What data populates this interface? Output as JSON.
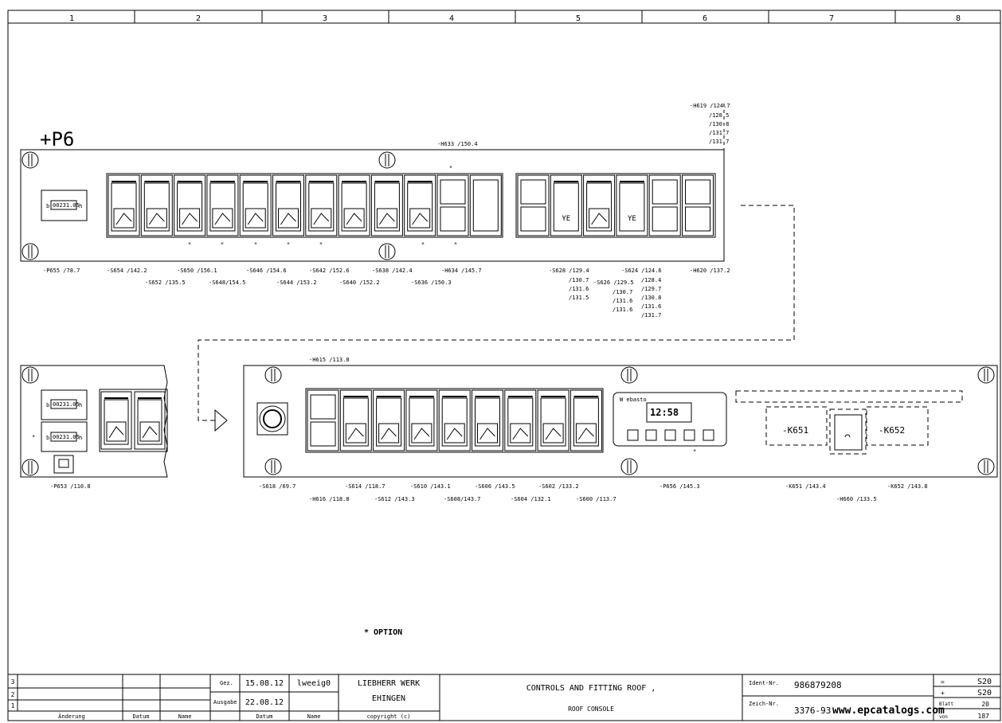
{
  "columns": [
    "1",
    "2",
    "3",
    "4",
    "5",
    "6",
    "7",
    "8"
  ],
  "top_panel": {
    "id": "+P6",
    "counter_text": "00231.05",
    "counter_prefix": "b",
    "counter_unit": "h",
    "yellow_label": "YE",
    "option_star": "*",
    "labels_above": [
      {
        "text": "-H633 /150.4"
      },
      {
        "text": "-H619 /124.7"
      },
      {
        "text": "/128.5"
      },
      {
        "text": "/130.8"
      },
      {
        "text": "/131.7"
      },
      {
        "text": "/131.7"
      }
    ],
    "labels_below": [
      {
        "text": "-P655 /78.7"
      },
      {
        "text": "-S654 /142.2"
      },
      {
        "text": "-S652 /135.5"
      },
      {
        "text": "-S650 /156.1"
      },
      {
        "text": "-S648/154.5"
      },
      {
        "text": "-S646 /154.6"
      },
      {
        "text": "-S644 /153.2"
      },
      {
        "text": "-S642 /152.6"
      },
      {
        "text": "-S640 /152.2"
      },
      {
        "text": "-S638 /142.4"
      },
      {
        "text": "-S636 /150.3"
      },
      {
        "text": "-H634 /145.7"
      },
      {
        "text": "-S628 /129.4"
      },
      {
        "text": "/130.7"
      },
      {
        "text": "/131.6"
      },
      {
        "text": "/131.5"
      },
      {
        "text": "-S626 /129.5"
      },
      {
        "text": "/130.7"
      },
      {
        "text": "/131.6"
      },
      {
        "text": "/131.6"
      },
      {
        "text": "-S624 /124.6"
      },
      {
        "text": "/128.4"
      },
      {
        "text": "/129.7"
      },
      {
        "text": "/130.8"
      },
      {
        "text": "/131.6"
      },
      {
        "text": "/131.7"
      },
      {
        "text": "-H620 /137.2"
      }
    ]
  },
  "bottom_panel": {
    "counter_text": "00231.05",
    "webasto_label": "W ebasto",
    "webasto_display": "12:58",
    "relay_1": "-K651",
    "relay_2": "-K652",
    "labels_above": [
      {
        "text": "-H615 /113.8"
      }
    ],
    "labels_below": [
      {
        "text": "-P653  /110.8"
      },
      {
        "text": "-S618 /69.7"
      },
      {
        "text": "-H616 /118.8"
      },
      {
        "text": "-S614 /118.7"
      },
      {
        "text": "-S612 /143.3"
      },
      {
        "text": "-S610 /143.1"
      },
      {
        "text": "-S608/143.7"
      },
      {
        "text": "-S606 /143.5"
      },
      {
        "text": "-S604 /132.1"
      },
      {
        "text": "-S602 /133.2"
      },
      {
        "text": "-S600 /113.7"
      },
      {
        "text": "-P656  /145.3"
      },
      {
        "text": "-K651  /143.4"
      },
      {
        "text": "-H660  /133.5"
      },
      {
        "text": "-K652  /143.8"
      }
    ]
  },
  "option_note": "* OPTION",
  "title_block": {
    "rev_numbers": [
      "3",
      "2",
      "1"
    ],
    "hdr_aenderung": "Änderung",
    "hdr_datum": "Datum",
    "hdr_name": "Name",
    "gez_label": "Gez.",
    "gez_date": "15.08.12",
    "gez_name": "lweeig0",
    "ausgabe_label": "Ausgabe",
    "ausgabe_date": "22.08.12",
    "company_line1": "LIEBHERR WERK",
    "company_line2": "EHINGEN",
    "copyright": "copyright (c)",
    "title_line1": "CONTROLS AND FITTING ROOF ,",
    "title_line2": "ROOF CONSOLE",
    "ident_label": "Ident-Nr.",
    "ident_value": "986879208",
    "zeich_label": "Zeich-Nr.",
    "zeich_value": "3376-93",
    "watermark": "www.epcatalogs.com",
    "eq_symbol": "=",
    "eq_value": "S20",
    "plus_symbol": "+",
    "plus_value": "S20",
    "blatt_label": "Blatt",
    "blatt_value": "20",
    "von_label": "von",
    "von_value": "187"
  }
}
